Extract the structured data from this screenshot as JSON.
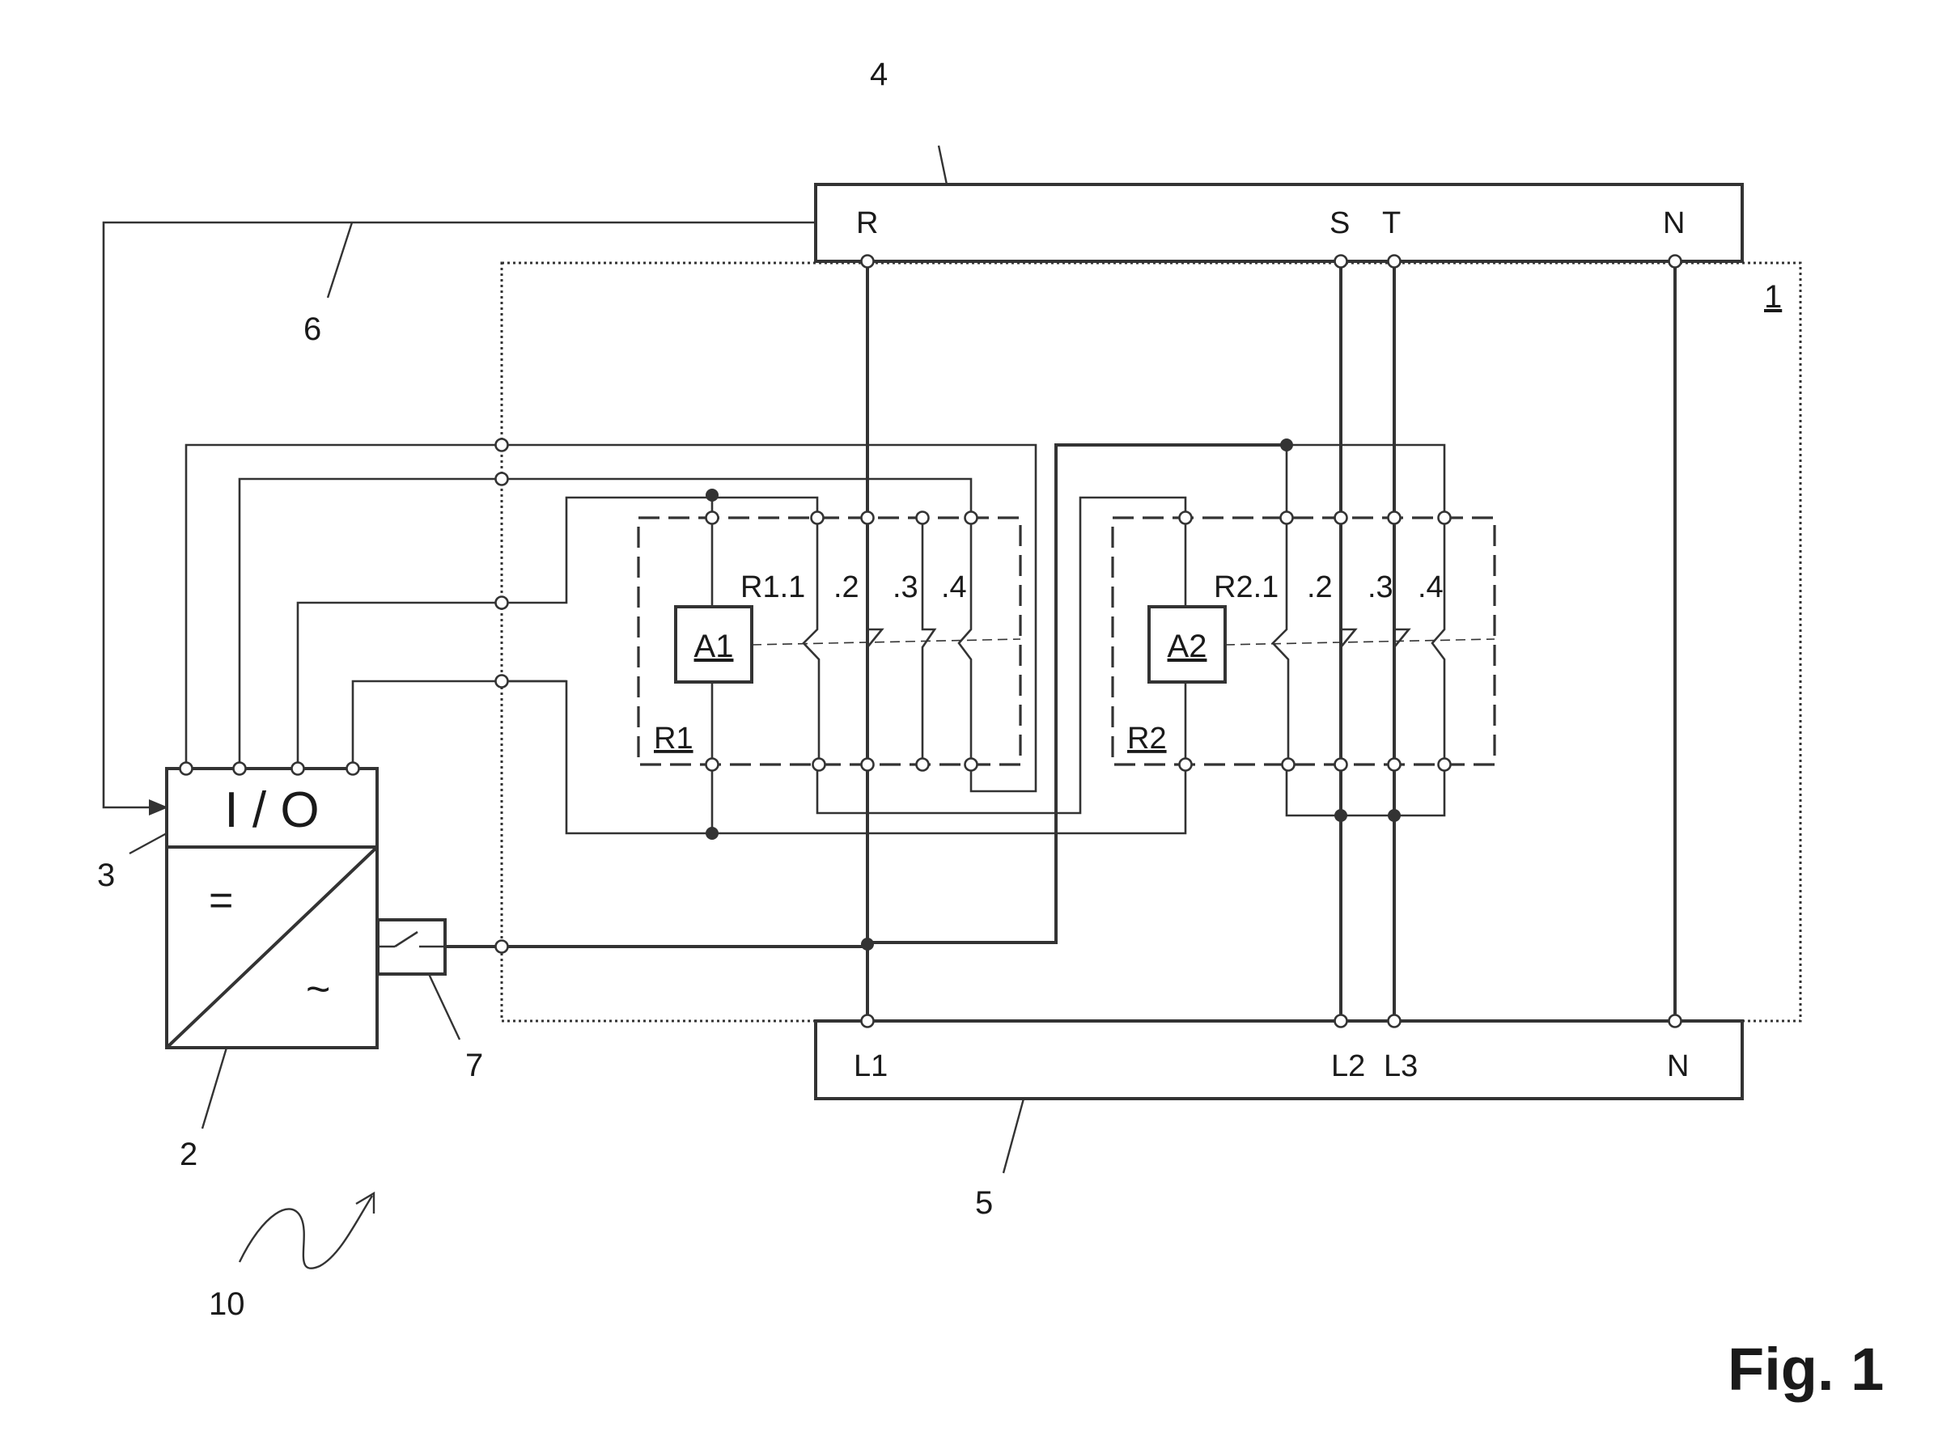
{
  "figure": {
    "caption": "Fig. 1",
    "reference_numerals": [
      "1",
      "2",
      "3",
      "4",
      "5",
      "6",
      "7",
      "10"
    ]
  },
  "input_bus": {
    "numeral": "4",
    "terminals": [
      "R",
      "S",
      "T",
      "N"
    ]
  },
  "output_bus": {
    "numeral": "5",
    "terminals": [
      "L1",
      "L2",
      "L3",
      "N"
    ]
  },
  "inverter": {
    "numeral": "2",
    "io_label": "I / O",
    "io_numeral": "3",
    "dc_symbol": "=",
    "ac_symbol": "~"
  },
  "device": {
    "numeral": "1"
  },
  "signal_line": {
    "numeral": "6"
  },
  "switch": {
    "numeral": "7"
  },
  "system": {
    "numeral": "10"
  },
  "relay_1": {
    "name": "R1",
    "coil": "A1",
    "contacts": [
      "R1.1",
      ".2",
      ".3",
      ".4"
    ]
  },
  "relay_2": {
    "name": "R2",
    "coil": "A2",
    "contacts": [
      "R2.1",
      ".2",
      ".3",
      ".4"
    ]
  }
}
